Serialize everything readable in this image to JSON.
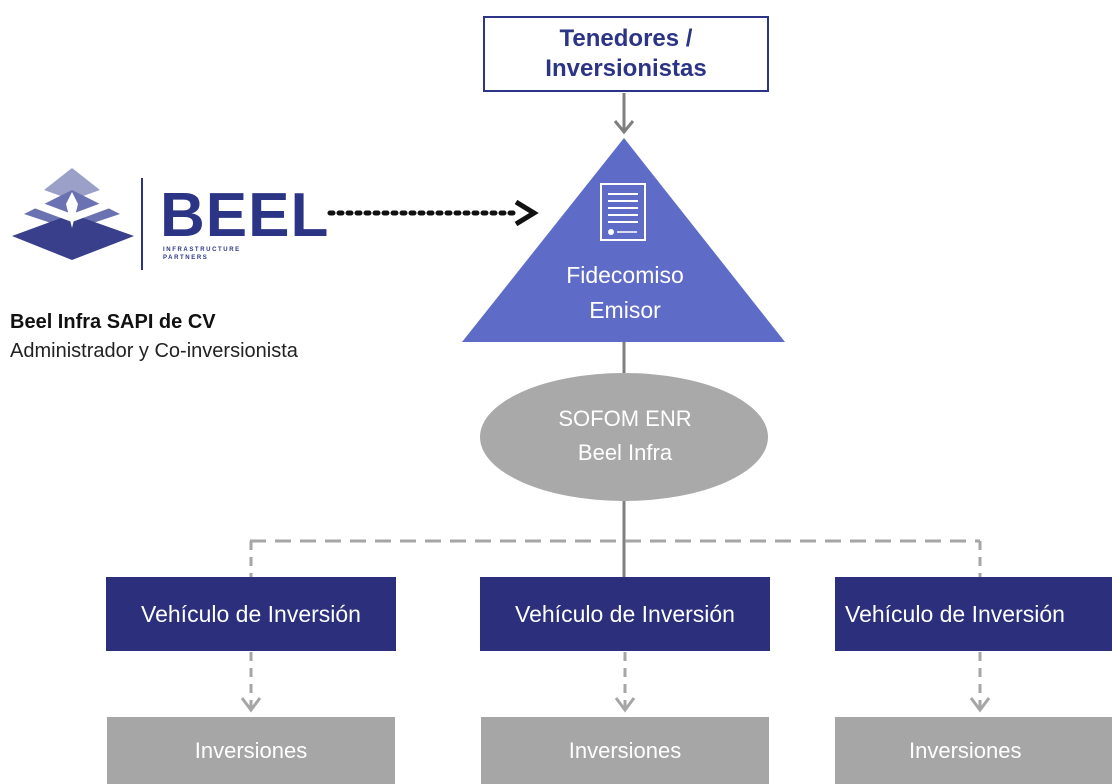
{
  "top_box": {
    "line1": "Tenedores /",
    "line2": "Inversionistas"
  },
  "trust": {
    "line1": "Fidecomiso",
    "line2": "Emisor",
    "icon": "document-icon"
  },
  "sofom": {
    "line1": "SOFOM ENR",
    "line2": "Beel Infra"
  },
  "vehicles": [
    {
      "label": "Vehículo de Inversión"
    },
    {
      "label": "Vehículo de Inversión"
    },
    {
      "label": "Vehículo de Inversión"
    }
  ],
  "investments": [
    {
      "label": "Inversiones"
    },
    {
      "label": "Inversiones"
    },
    {
      "label": "Inversiones"
    }
  ],
  "logo": {
    "wordmark": "BEEL",
    "sub_line1": "INFRASTRUCTURE",
    "sub_line2": "PARTNERS",
    "icon": "beel-logo-icon"
  },
  "company": {
    "name": "Beel Infra SAPI de CV",
    "role": "Administrador y Co-inversionista"
  },
  "colors": {
    "navy": "#2b2f7c",
    "triangle": "#5f6cc7",
    "gray": "#a6a6a6",
    "ellipse": "#a9a9a9"
  }
}
